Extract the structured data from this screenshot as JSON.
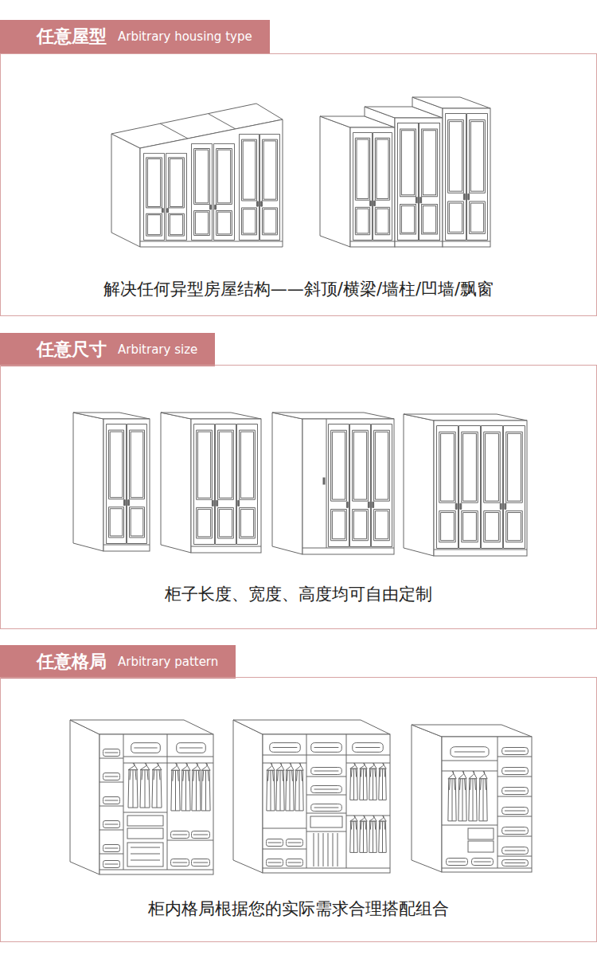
{
  "diagram": {
    "nodes": [
      {
        "text": [
          "任意屋型",
          "Arbitrary housing type"
        ]
      },
      {
        "text": [
          "解决任何异型房屋结构——斜顶/横梁/墙柱/凹墙/飘窗"
        ]
      },
      {
        "text": [
          "任意尺寸",
          "Arbitrary size"
        ]
      },
      {
        "text": [
          "柜子长度、宽度、高度均可自由定制"
        ]
      },
      {
        "text": [
          "任意格局",
          "Arbitrary pattern"
        ]
      },
      {
        "text": [
          "柜内格局根据您的实际需求合理搭配组合"
        ]
      }
    ]
  }
}
